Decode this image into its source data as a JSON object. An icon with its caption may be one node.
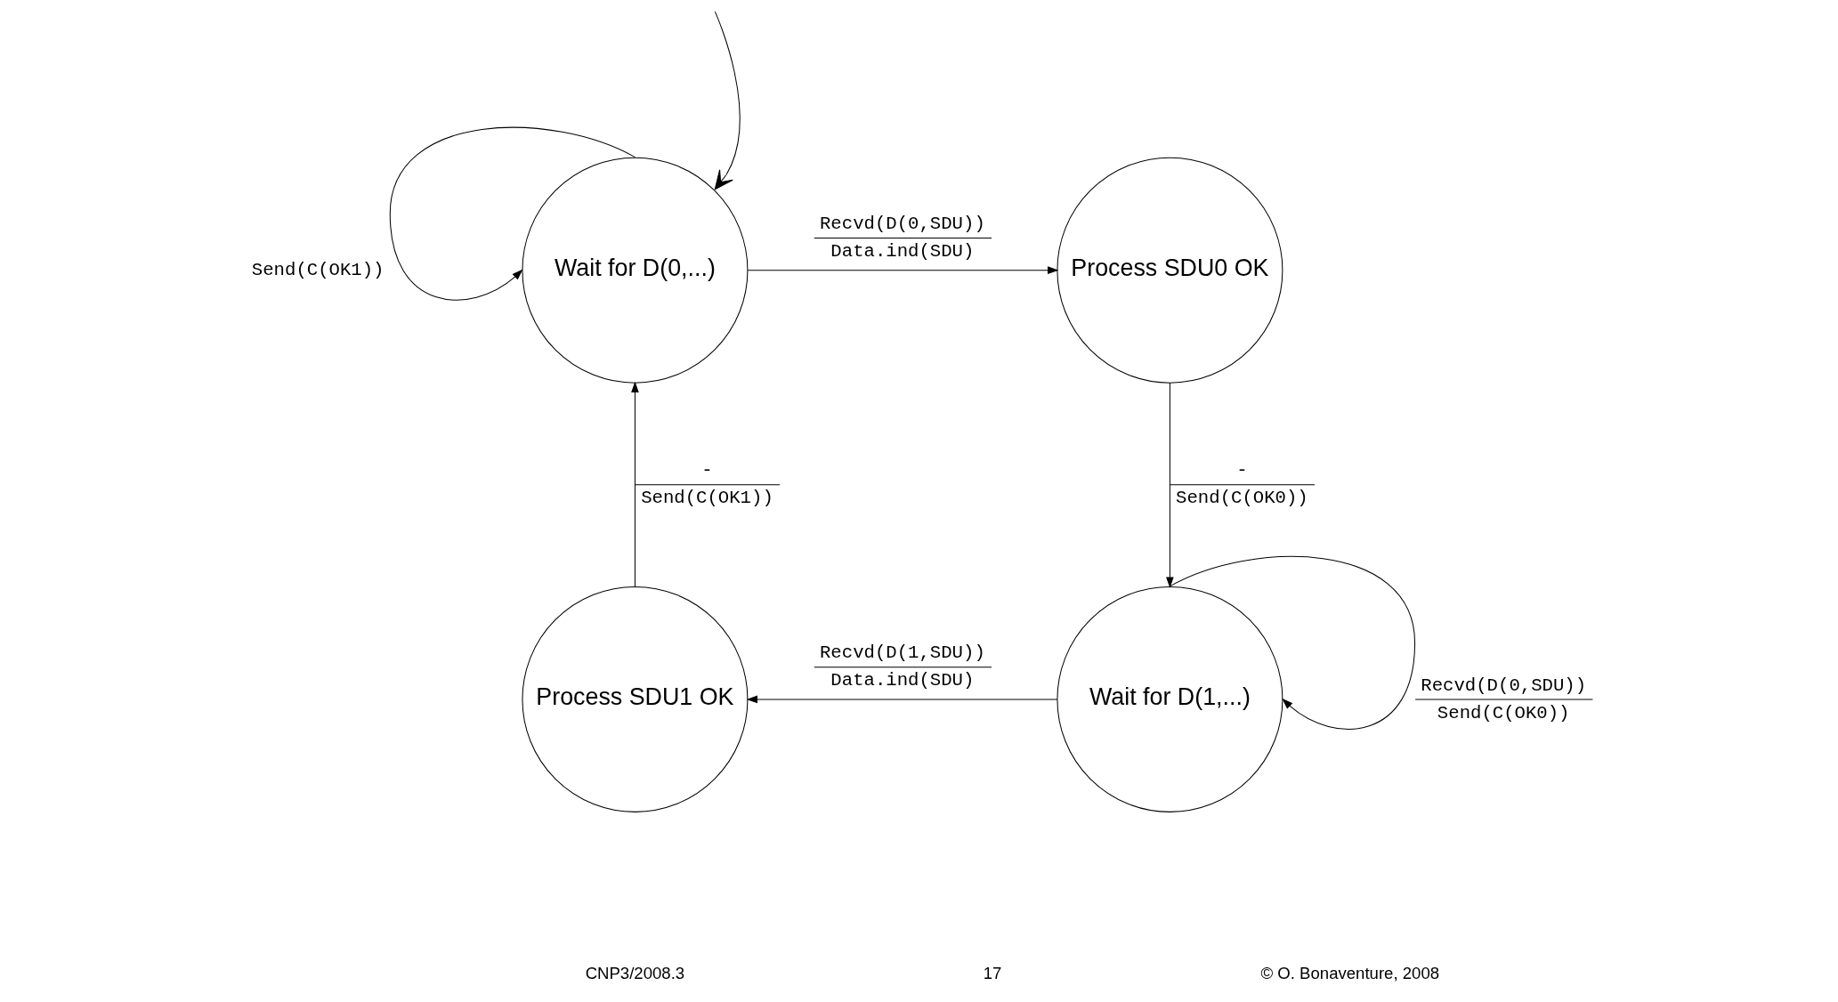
{
  "diagram": {
    "nodes": [
      {
        "text": [
          "Wait for D(0,...)"
        ]
      },
      {
        "text": [
          "Process SDU0 OK"
        ]
      },
      {
        "text": [
          "Wait for D(1,...)"
        ]
      },
      {
        "text": [
          "Process SDU1 OK"
        ]
      }
    ],
    "edges": [
      {
        "from": null,
        "to": 0,
        "arrow": "to"
      },
      {
        "from": 0,
        "to": 0,
        "arrow": "to",
        "label": [
          "Send(C(OK1))"
        ]
      },
      {
        "from": 0,
        "to": 1,
        "arrow": "to",
        "label": [
          "Recvd(D(0,SDU))",
          "Data.ind(SDU)"
        ]
      },
      {
        "from": 1,
        "to": 2,
        "arrow": "to",
        "label": [
          "-",
          "Send(C(OK0))"
        ]
      },
      {
        "from": 2,
        "to": 2,
        "arrow": "to",
        "label": [
          "Recvd(D(0,SDU))",
          "Send(C(OK0))"
        ]
      },
      {
        "from": 2,
        "to": 3,
        "arrow": "to",
        "label": [
          "Recvd(D(1,SDU))",
          "Data.ind(SDU)"
        ]
      },
      {
        "from": 3,
        "to": 0,
        "arrow": "to",
        "label": [
          "-",
          "Send(C(OK1))"
        ]
      }
    ],
    "labels": [
      "CNP3/2008.3",
      "17",
      "© O. Bonaventure, 2008"
    ]
  }
}
